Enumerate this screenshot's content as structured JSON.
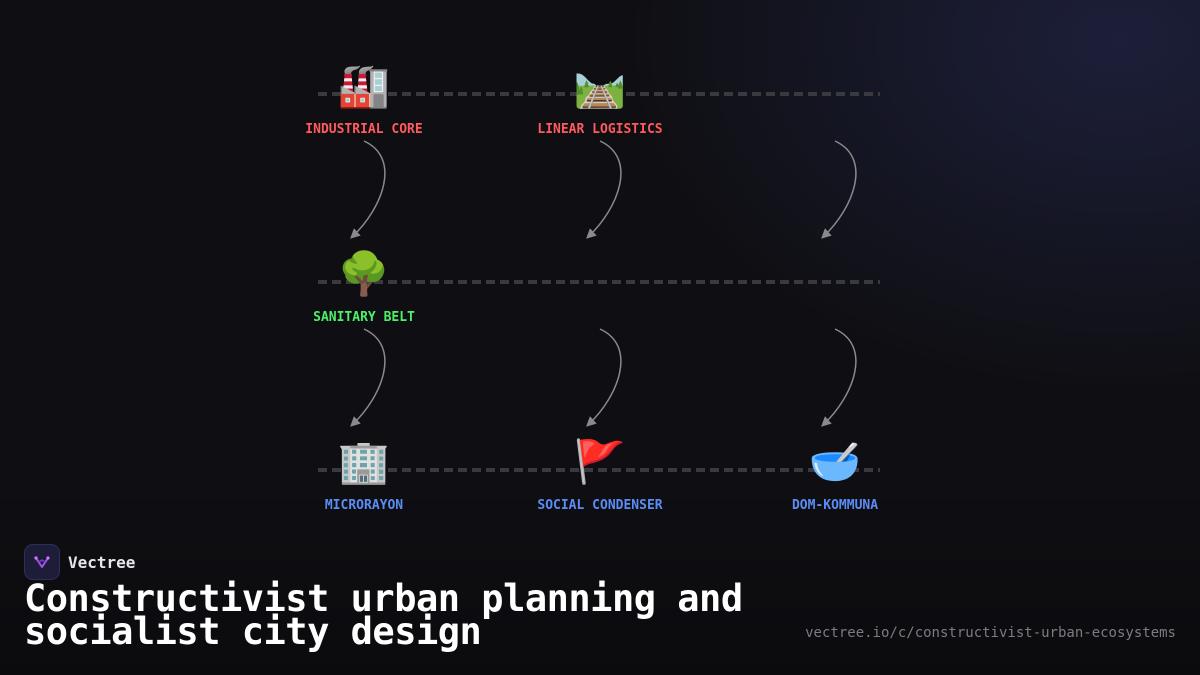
{
  "diagram": {
    "nodes": [
      {
        "id": "industrial-core",
        "label": "INDUSTRIAL CORE",
        "icon": "🏭",
        "icon_name": "factory-icon",
        "row": 0,
        "col": 0,
        "color": "#ff5a5f"
      },
      {
        "id": "linear-logistics",
        "label": "LINEAR LOGISTICS",
        "icon": "🛤️",
        "icon_name": "railway-track-icon",
        "row": 0,
        "col": 1,
        "color": "#ff5a5f"
      },
      {
        "id": "sanitary-belt",
        "label": "SANITARY BELT",
        "icon": "🌳",
        "icon_name": "tree-icon",
        "row": 1,
        "col": 0,
        "color": "#4cf06a"
      },
      {
        "id": "microrayon",
        "label": "MICRORAYON",
        "icon": "🏢",
        "icon_name": "office-building-icon",
        "row": 2,
        "col": 0,
        "color": "#5b8cf5"
      },
      {
        "id": "social-condenser",
        "label": "SOCIAL CONDENSER",
        "icon": "🚩",
        "icon_name": "red-flag-icon",
        "row": 2,
        "col": 1,
        "color": "#5b8cf5"
      },
      {
        "id": "dom-kommuna",
        "label": "DOM-KOMMUNA",
        "icon": "🥣",
        "icon_name": "bowl-with-spoon-icon",
        "row": 2,
        "col": 2,
        "color": "#5b8cf5"
      }
    ],
    "arrows": [
      {
        "col": 0,
        "from_row": 0,
        "to_row": 1
      },
      {
        "col": 1,
        "from_row": 0,
        "to_row": 1
      },
      {
        "col": 2,
        "from_row": 0,
        "to_row": 1
      },
      {
        "col": 0,
        "from_row": 1,
        "to_row": 2
      },
      {
        "col": 1,
        "from_row": 1,
        "to_row": 2
      },
      {
        "col": 2,
        "from_row": 1,
        "to_row": 2
      }
    ],
    "colors": {
      "line": "#3a3a3e",
      "arrow": "#8a8a8e"
    }
  },
  "brand": {
    "name": "Vectree",
    "logo_icon": "vectree-logo-icon"
  },
  "title": "Constructivist urban planning and socialist city design",
  "source_url": "vectree.io/c/constructivist-urban-ecosystems"
}
